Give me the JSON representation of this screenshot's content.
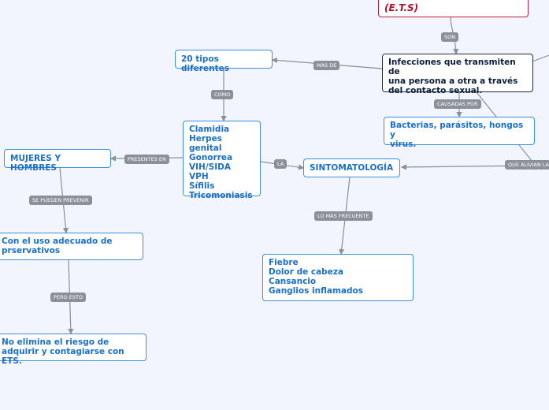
{
  "nodes": {
    "ets": "(E.T.S)",
    "definition": "Infecciones que transmiten de\nuna persona a otra a través\ndel contacto sexual.",
    "types": "20 tipos diferentes",
    "causes": "Bacterias, parásitos, hongos y\nvirus.",
    "list": "Clamidia\nHerpes genital\nGonorrea\nVIH/SIDA\nVPH\nSífilis\nTricomoniasis",
    "who": "MUJERES Y HOMBRES",
    "symptoms": "SINTOMATOLOGÍA",
    "symptom_list": "Fiebre\nDolor de cabeza\nCansancio\nGanglios inflamados",
    "prevent": "Con el uso adecuado de\nprservativos",
    "risk": "No elimina el riesgo de\nadquirir y contagiarse con ETS."
  },
  "labels": {
    "son": "SON",
    "mas_de": "MÁS DE",
    "causadas_por": "CAUSADAS POR",
    "como": "COMO",
    "presentes_en": "PRESENTES EN",
    "la": "LA",
    "que_alivian": "QUE ALIVIAN LA",
    "lo_mas_frecuente": "LO MÁS FRECUENTE",
    "se_pueden_prevenir": "SE PUEDEN PREVENIR",
    "pero_esto": "PERO ESTO"
  }
}
